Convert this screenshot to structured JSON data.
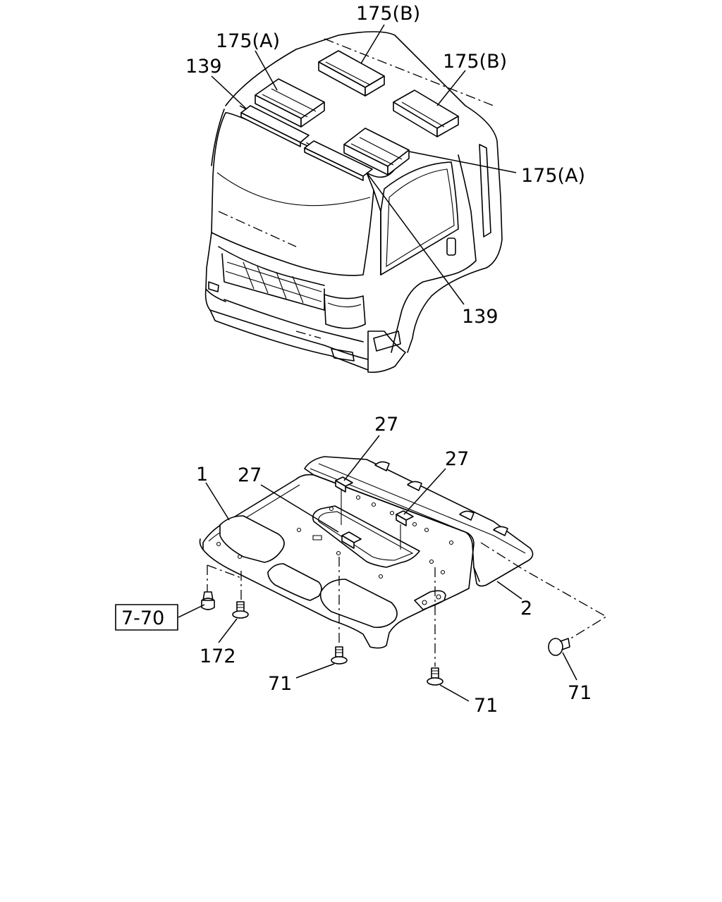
{
  "callouts": {
    "top_175b_center": "175(B)",
    "top_175a_left": "175(A)",
    "top_139_left": "139",
    "top_175b_right": "175(B)",
    "top_175a_right": "175(A)",
    "top_139_bottom": "139",
    "bot_27_top": "27",
    "bot_27_right": "27",
    "bot_1": "1",
    "bot_27_left": "27",
    "bot_2": "2",
    "bot_ref_box": "7-70",
    "bot_172": "172",
    "bot_71_center": "71",
    "bot_71_mid": "71",
    "bot_71_right": "71"
  }
}
